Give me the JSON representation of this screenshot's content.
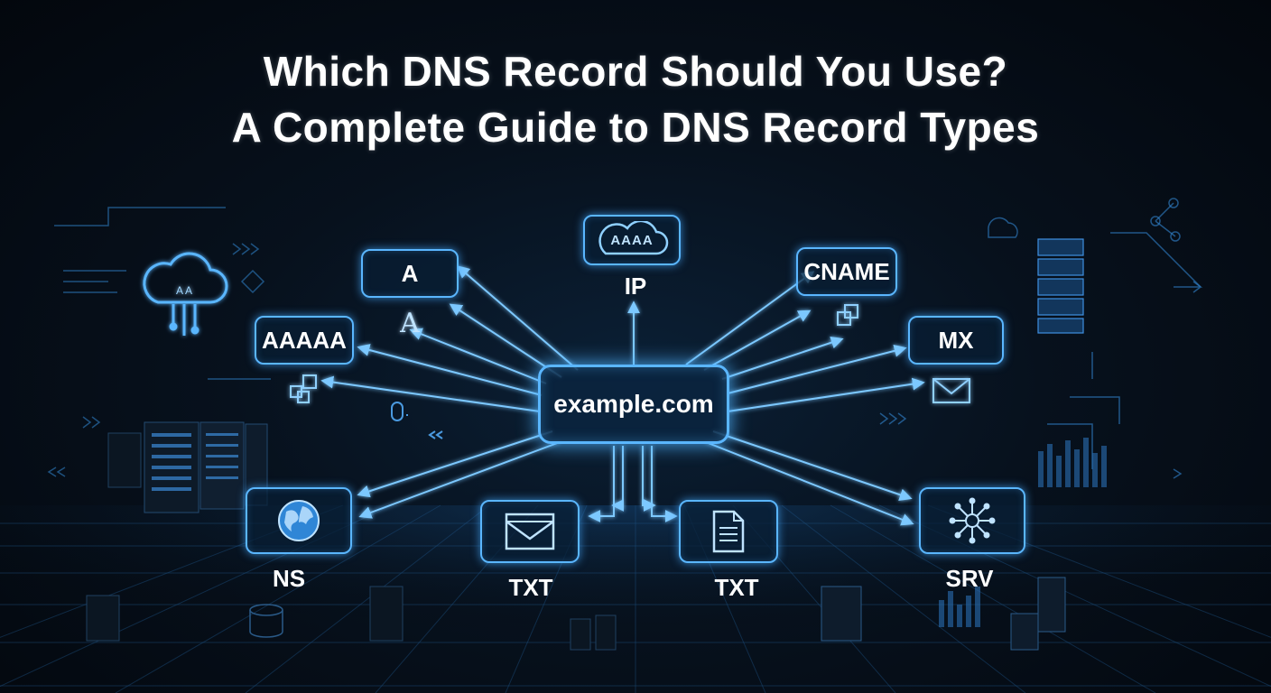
{
  "title": {
    "line1": "Which DNS Record Should You Use?",
    "line2": "A Complete Guide to DNS Record Types"
  },
  "center": {
    "label": "example.com"
  },
  "records": {
    "a": {
      "label": "A",
      "icon": "letter-a-icon"
    },
    "ip": {
      "badge": "AAAA",
      "label": "IP",
      "icon": "cloud-icon"
    },
    "cname": {
      "label": "CNAME",
      "icon": "copy-icon"
    },
    "aaaa": {
      "label": "AAAAA",
      "icon": "network-share-icon"
    },
    "mx": {
      "label": "MX",
      "icon": "envelope-icon"
    },
    "ns": {
      "label": "NS",
      "icon": "globe-icon"
    },
    "txt_mail": {
      "label": "TXT",
      "icon": "mail-window-icon"
    },
    "txt_doc": {
      "label": "TXT",
      "icon": "document-icon"
    },
    "srv": {
      "label": "SRV",
      "icon": "hub-network-icon"
    }
  },
  "colors": {
    "accent": "#5ab6ff",
    "glow": "#3fa3ff",
    "background": "#07111d"
  }
}
